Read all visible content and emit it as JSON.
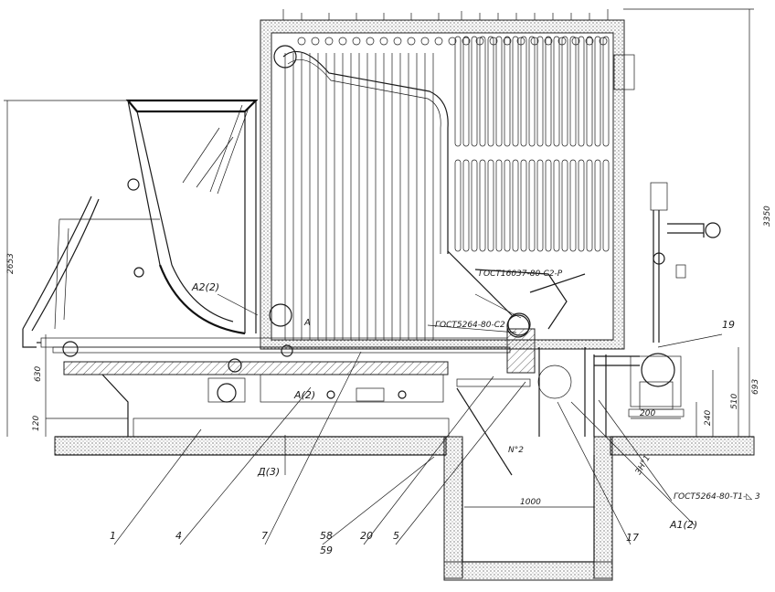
{
  "dimensions": {
    "overall_height": "3350",
    "hopper_height": "2653",
    "conveyor_height": "630",
    "base_height": "120",
    "right_height_693": "693",
    "right_height_510": "510",
    "right_height_240": "240",
    "pump_width": "200",
    "pit_width": "1000"
  },
  "callouts": {
    "c1": "1",
    "c4": "4",
    "c7": "7",
    "c58": "58",
    "c59": "59",
    "c20": "20",
    "c5": "5",
    "c17": "17",
    "c19": "19",
    "a1": "A1(2)",
    "a2_top": "A2(2)",
    "a2_low": "A(2)",
    "d3": "Д(3)",
    "a_mark": "A",
    "zn1": "ЗН°1",
    "n2": "N°2"
  },
  "standards": {
    "gost_c2p": "ГОСТ16037-80-С2-Р",
    "gost_c2": "ГОСТ5264-80-С2",
    "gost_t1": "ГОСТ5264-80-Т1-◺ 3"
  }
}
